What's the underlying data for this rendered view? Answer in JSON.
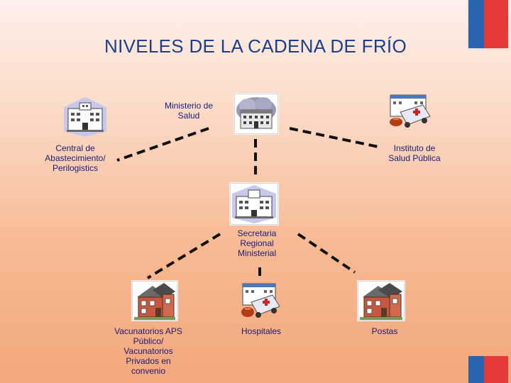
{
  "title": "NIVELES DE LA CADENA DE FRÍO",
  "nodes": {
    "ministerio": "Ministerio de Salud",
    "central": "Central de Abastecimiento/ Perilogistics",
    "instituto": "Instituto de Salud Pública",
    "seremi": "Secretaria Regional Ministerial",
    "vacunatorios": "Vacunatorios APS Público/ Vacunatorios Privados en convenio",
    "hospitales": "Hospitales",
    "postas": "Postas"
  },
  "icons": {
    "ministerio": "building-cloud-icon",
    "central": "office-building-icon",
    "instituto": "hospital-ambulance-icon",
    "seremi": "office-building-icon",
    "vacunatorios": "house-icon",
    "hospitales": "hospital-ambulance-icon",
    "postas": "house-icon"
  },
  "colors": {
    "title": "#1b3f8a",
    "label": "#1a1a7a",
    "flag_blue": "#2a63b0",
    "flag_red": "#e63a3a"
  }
}
